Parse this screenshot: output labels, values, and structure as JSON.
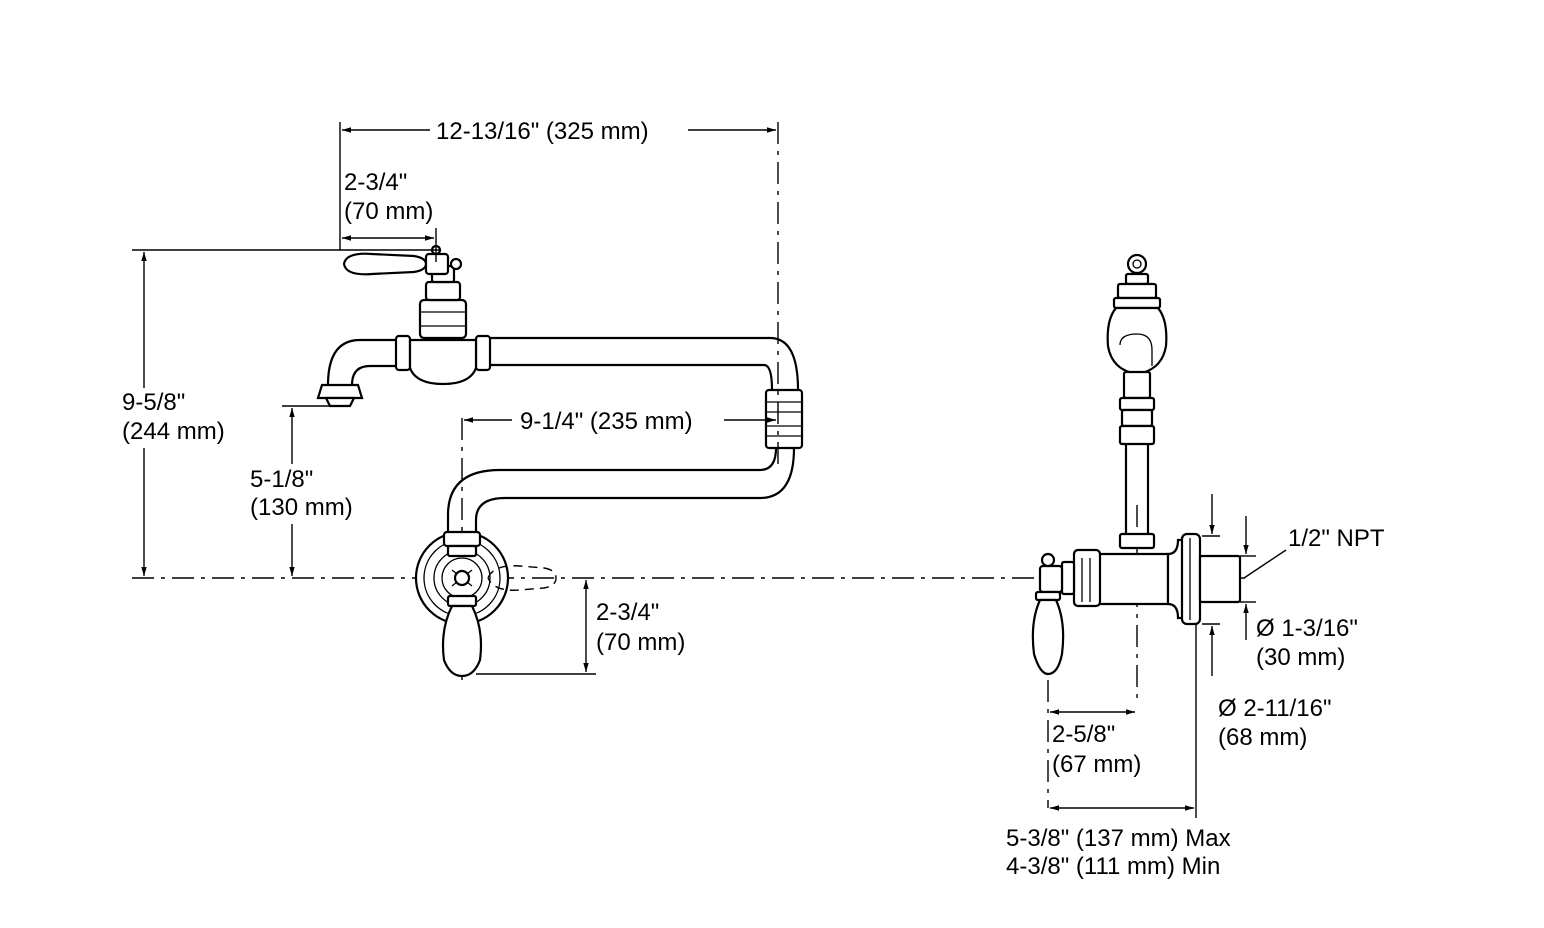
{
  "dimensions": {
    "overall_reach": "12-13/16\" (325 mm)",
    "handle_offset_in": "2-3/4\"",
    "handle_offset_mm": "(70 mm)",
    "total_height_in": "9-5/8\"",
    "total_height_mm": "(244 mm)",
    "spout_height_in": "5-1/8\"",
    "spout_height_mm": "(130 mm)",
    "arm_reach": "9-1/4\" (235 mm)",
    "lower_handle_in": "2-3/4\"",
    "lower_handle_mm": "(70 mm)",
    "npt": "1/2\" NPT",
    "inlet_dia_in": "Ø 1-3/16\"",
    "inlet_dia_mm": "(30 mm)",
    "flange_dia_in": "Ø 2-11/16\"",
    "flange_dia_mm": "(68 mm)",
    "side_offset_in": "2-5/8\"",
    "side_offset_mm": "(67 mm)",
    "projection_max": "5-3/8\" (137 mm) Max",
    "projection_min": "4-3/8\" (111 mm) Min"
  }
}
